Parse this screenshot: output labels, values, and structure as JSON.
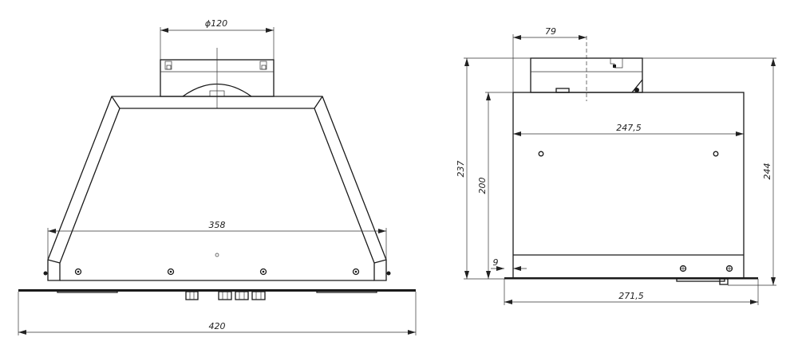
{
  "front_view": {
    "duct_diameter": "ϕ120",
    "inner_width": "358",
    "overall_width": "420"
  },
  "side_view": {
    "duct_offset": "79",
    "body_depth": "247,5",
    "total_height": "237",
    "body_height": "200",
    "overall_height": "244",
    "plate_offset": "9",
    "overall_depth": "271,5"
  },
  "colors": {
    "line": "#1a1a1a",
    "background": "#ffffff"
  }
}
